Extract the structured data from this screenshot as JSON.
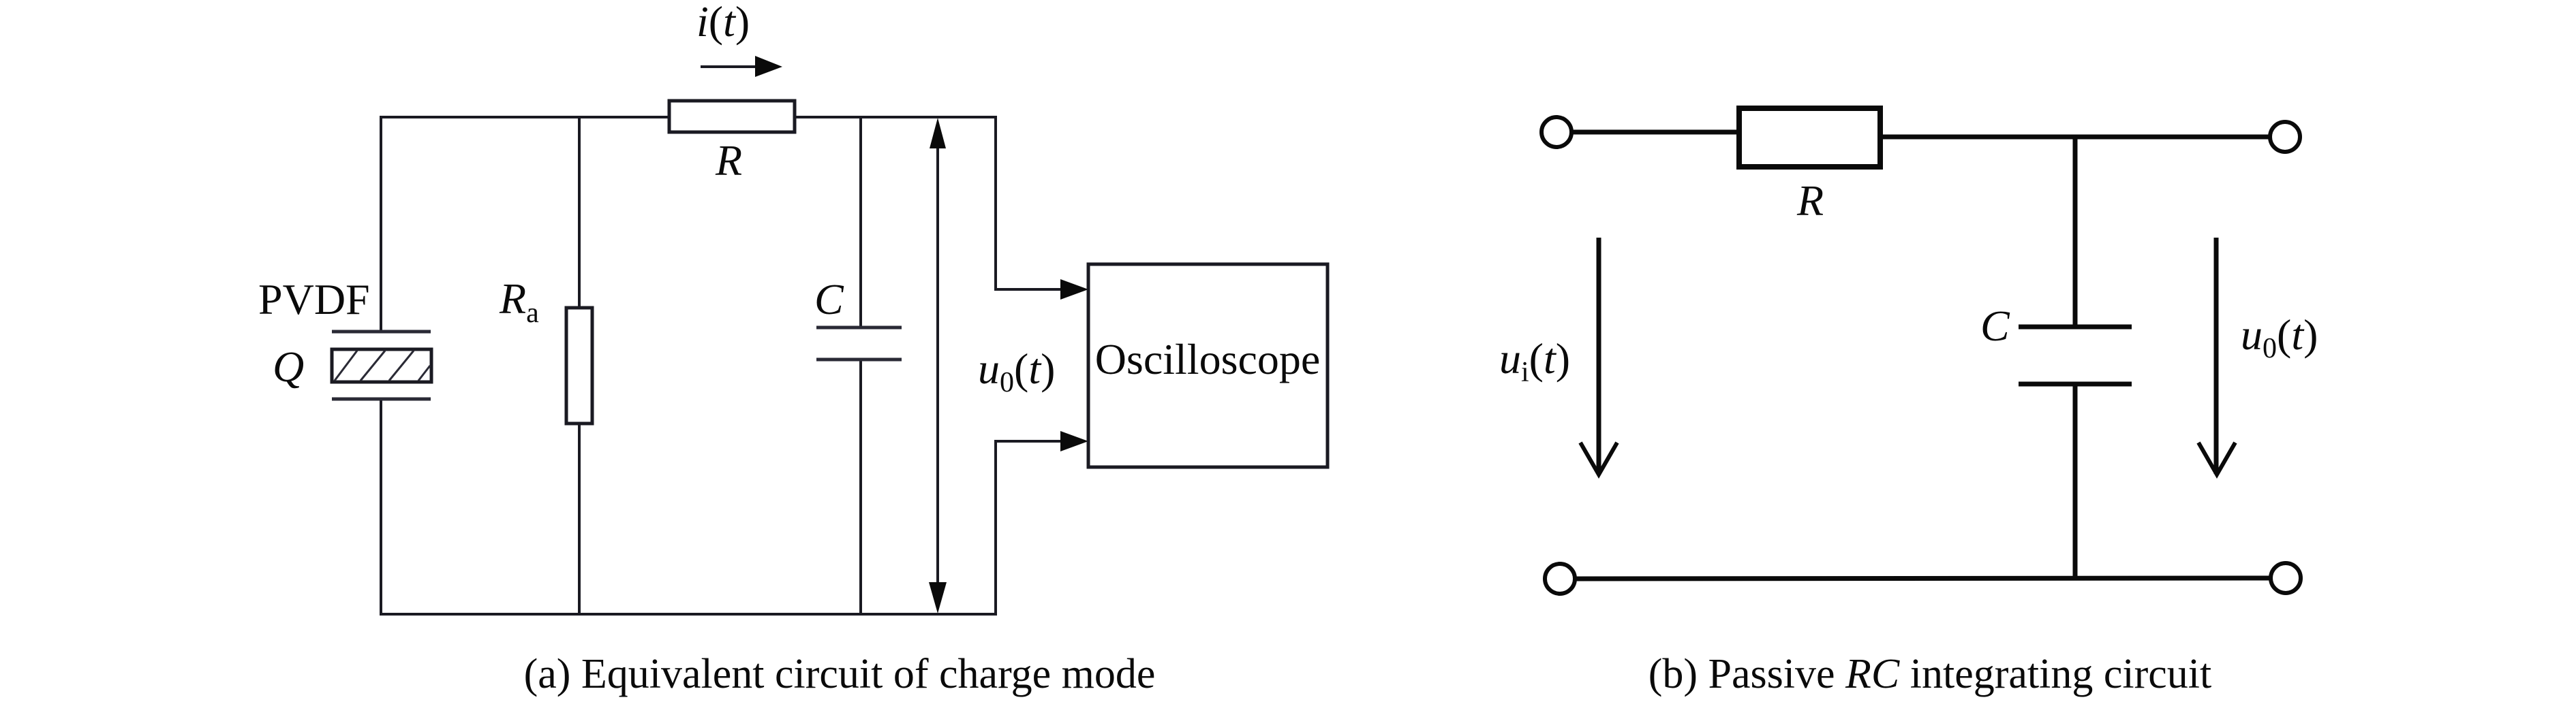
{
  "figure": {
    "panel_a": {
      "caption": "(a) Equivalent circuit of charge mode",
      "labels": {
        "current": "i(t)",
        "current_symbol": "i",
        "series_resistor": "R",
        "sensor_name": "PVDF",
        "sensor_charge": "Q",
        "leak_resistor_main": "R",
        "leak_resistor_sub": "a",
        "capacitor": "C",
        "output_voltage_main": "u",
        "output_voltage_sub": "0",
        "output_voltage_arg": "(t)",
        "instrument": "Oscilloscope"
      }
    },
    "panel_b": {
      "caption_prefix": "(b) Passive ",
      "caption_italic": "RC",
      "caption_suffix": " integrating circuit",
      "labels": {
        "resistor": "R",
        "capacitor": "C",
        "input_voltage_main": "u",
        "input_voltage_sub": "i",
        "input_voltage_arg": "(t)",
        "output_voltage_main": "u",
        "output_voltage_sub": "0",
        "output_voltage_arg": "(t)"
      }
    },
    "colors": {
      "ink": "#0a0a0a",
      "background": "#ffffff"
    }
  }
}
